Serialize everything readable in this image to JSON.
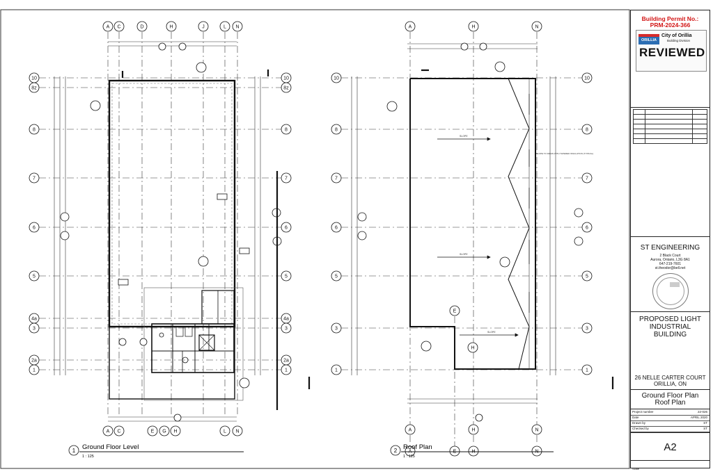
{
  "title_block": {
    "permit_label": "Building Permit No.:",
    "permit_number": "PRM-2024-366",
    "logo_text": "ORILLIA",
    "city": "City of Orillia",
    "division": "Building Division",
    "reviewed": "REVIEWED",
    "firm": "ST ENGINEERING",
    "firm_address": [
      "2 Black Court",
      "Aurora, Ontario, L3G 8A1",
      "647-219-7601",
      "st.theodor@bell.net"
    ],
    "project_title": [
      "PROPOSED LIGHT",
      "INDUSTRIAL",
      "BUILDING"
    ],
    "project_address": [
      "26 NELLE CARTER COURT",
      "ORILLIA, ON"
    ],
    "sheet_title": [
      "Ground Floor Plan",
      "Roof Plan"
    ],
    "meta": [
      {
        "key": "Project number",
        "value": "22-026"
      },
      {
        "key": "Date",
        "value": "APRIL 2020"
      },
      {
        "key": "Drawn by",
        "value": "ST"
      },
      {
        "key": "Checked by",
        "value": "ST"
      }
    ],
    "sheet_number": "A2",
    "scale_label": "Scale"
  },
  "views": [
    {
      "number": "1",
      "title": "Ground Floor Level",
      "scale": "1 : 125"
    },
    {
      "number": "2",
      "title": "Roof Plan",
      "scale": "1 : 125"
    }
  ],
  "grid_ground": {
    "columns_top": [
      "A",
      "C",
      "D",
      "H",
      "J",
      "L",
      "N"
    ],
    "columns_bottom": [
      "A",
      "C",
      "E",
      "G",
      "H",
      "L",
      "N"
    ],
    "rows": [
      "10",
      "8z",
      "8",
      "7",
      "6",
      "5",
      "4a",
      "3",
      "2a",
      "1"
    ]
  },
  "grid_roof": {
    "columns": [
      "A",
      "H",
      "N"
    ],
    "rows": [
      "10",
      "8",
      "7",
      "6",
      "5",
      "3",
      "1"
    ],
    "extra_labels": [
      "E",
      "H"
    ]
  },
  "annotations": {
    "slope": "SLOPE",
    "slope_note": "SLOPE TO DRAIN WITH TAPERED INSULATION (TYPICAL)"
  }
}
